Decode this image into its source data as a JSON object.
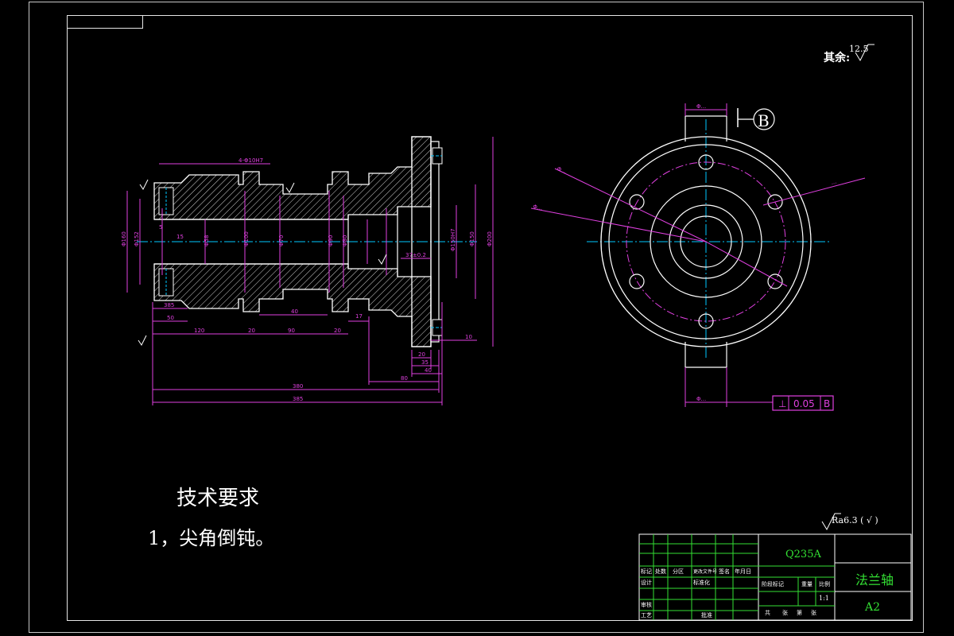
{
  "drawing": {
    "rough_prefix": "其余:",
    "rough_value": "12.5",
    "rough_bottom": "Ra6.3 ( √ )",
    "section_label": "B",
    "tolerance": {
      "symbol": "⊥",
      "value": "0.05",
      "datum": "B"
    },
    "tech_requirements": {
      "title": "技术要求",
      "items": [
        "1，尖角倒钝。"
      ]
    },
    "title_block": {
      "material": "Q235A",
      "part_name": "法兰轴",
      "sheet_size": "A2",
      "scale": "1:1",
      "labels": [
        "标记",
        "处数",
        "分区",
        "更改文件号",
        "签名",
        "年月日",
        "设计",
        "标准化",
        "审核",
        "工艺",
        "批准",
        "阶段标记",
        "重量",
        "比例",
        "共",
        "张",
        "第",
        "张"
      ]
    },
    "dimensions": [
      "4-Φ10H7",
      "Φ160",
      "Φ152",
      "Φ58",
      "Φ100",
      "Φ70",
      "Φ90",
      "Φ80",
      "Φ150",
      "Φ200",
      "Φ150H7",
      "Φ90",
      "120",
      "20",
      "40",
      "90",
      "20",
      "17",
      "80",
      "380",
      "385",
      "20",
      "35",
      "40",
      "10",
      "10",
      "50",
      "5",
      "15",
      "37±0.2"
    ],
    "views": [
      "main-section-view",
      "end-view"
    ]
  }
}
